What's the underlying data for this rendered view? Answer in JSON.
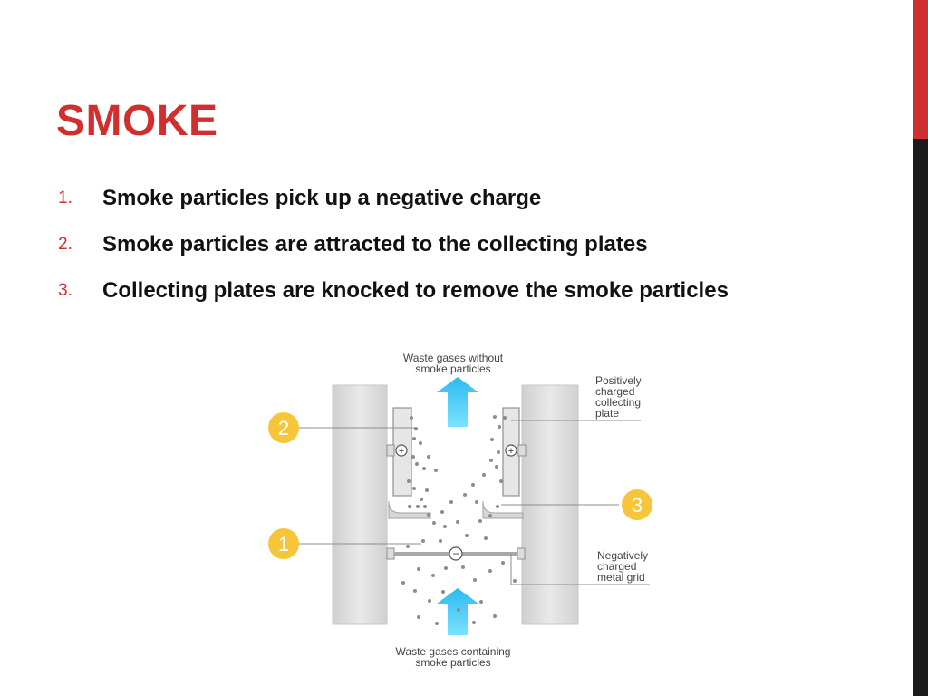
{
  "slide": {
    "title": "SMOKE",
    "bullets": [
      {
        "number": "1.",
        "text": "Smoke particles pick up a negative charge"
      },
      {
        "number": "2.",
        "text": "Smoke particles are attracted to the collecting plates"
      },
      {
        "number": "3.",
        "text": "Collecting plates are knocked to remove the smoke particles"
      }
    ]
  },
  "diagram": {
    "top_label_line1": "Waste gases without",
    "top_label_line2": "smoke particles",
    "bottom_label_line1": "Waste gases containing",
    "bottom_label_line2": "smoke particles",
    "right_label_positive_1": "Positively",
    "right_label_positive_2": "charged",
    "right_label_positive_3": "collecting",
    "right_label_positive_4": "plate",
    "right_label_negative_1": "Negatively",
    "right_label_negative_2": "charged",
    "right_label_negative_3": "metal grid",
    "marker_1": "1",
    "marker_2": "2",
    "marker_3": "3",
    "positive_symbol_left": "+",
    "positive_symbol_right": "+",
    "negative_symbol": "−"
  },
  "colors": {
    "accent_red": "#d12f2f",
    "dark_bar": "#1b1b1b",
    "marker_yellow": "#f6c53a",
    "arrow_cyan": "#39c6ef"
  }
}
